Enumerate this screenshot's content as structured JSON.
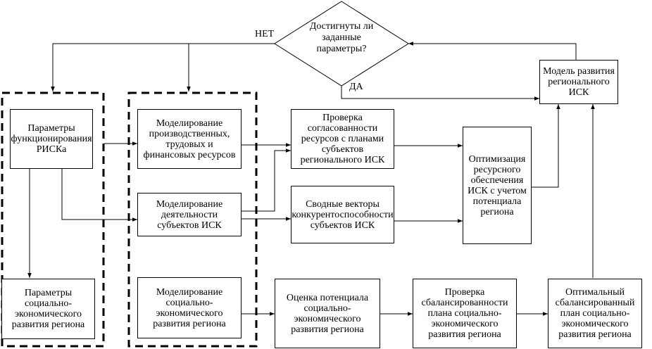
{
  "nodes": {
    "params_risk": "Параметры функционирования РИСКа",
    "params_socio": "Параметры социально-экономического развития региона",
    "model_resources": "Моделирование производственных, трудовых и финансовых ресурсов",
    "model_activity": "Моделирование деятельности субъектов ИСК",
    "model_socio": "Моделирование социально-экономического развития региона",
    "check_consistency": "Проверка согласованности ресурсов с планами субъектов регионального ИСК",
    "vectors": "Сводные векторы конкурентоспособности субъектов ИСК",
    "assess_potential": "Оценка потенциала социально-экономического развития региона",
    "optimization": "Оптимизация ресурсного обеспечения ИСК с учетом потенциала региона",
    "check_balance": "Проверка сбалансированности плана социально-экономического развития региона",
    "optimal_plan": "Оптимальный сбалансированный план социально-экономического развития региона",
    "model_regional": "Модель развития регионального ИСК",
    "decision": "Достигнуты ли заданные параметры?"
  },
  "labels": {
    "no": "НЕТ",
    "yes": "ДА"
  }
}
